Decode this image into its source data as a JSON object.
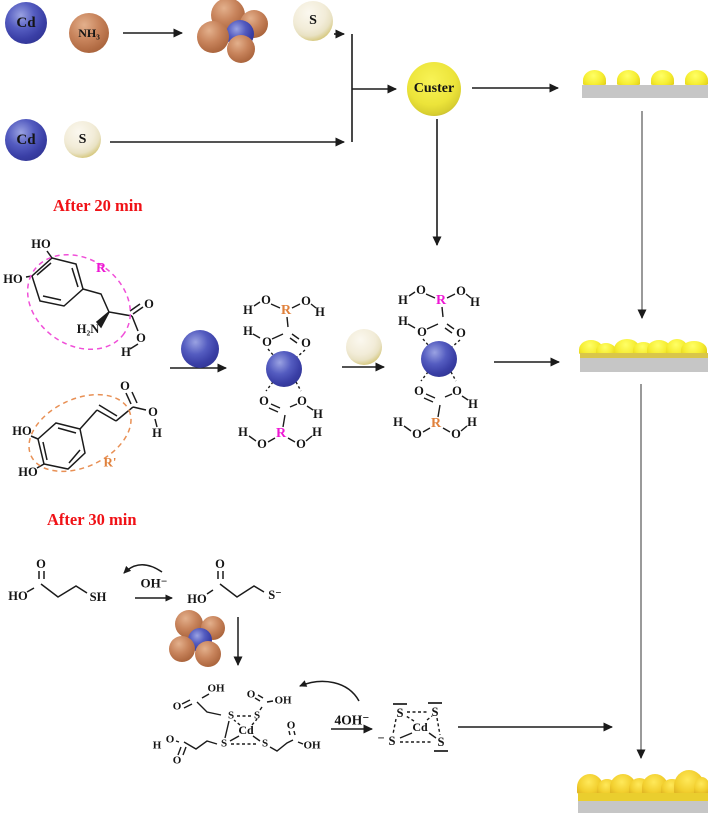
{
  "figure": {
    "type": "reaction-scheme",
    "description": "CdS cluster growth scheme with catechol ligands and mercaptopropionic acid"
  },
  "headings": {
    "after_20_min": "After 20 min",
    "after_30_min": "After 30 min"
  },
  "spheres": {
    "cd": "Cd",
    "nh3": "NH₃",
    "s": "S",
    "cluster": "Custer"
  },
  "atoms": {
    "h": "H",
    "o": "O",
    "ho": "HO",
    "oh": "OH",
    "r": "R",
    "r_prime": "R'",
    "h2n": "H₂N",
    "sh": "SH",
    "s": "S",
    "s_minus": "S⁻",
    "cd": "Cd",
    "minus": "−",
    "oh_minus": "OH⁻",
    "four_oh_minus": "4OH⁻"
  },
  "colors": {
    "cd_blue": "#3a3fa6",
    "nh3_brown": "#b06a42",
    "s_cream": "#f2ecd8",
    "cluster_yellow": "#ece43a",
    "substrate_gray": "#c6c6c6",
    "nanoparticle_yellow": "#f6ee33",
    "heading_red": "#f01116",
    "r_magenta": "#ee16d4",
    "r_prime_orange": "#e0813c"
  }
}
